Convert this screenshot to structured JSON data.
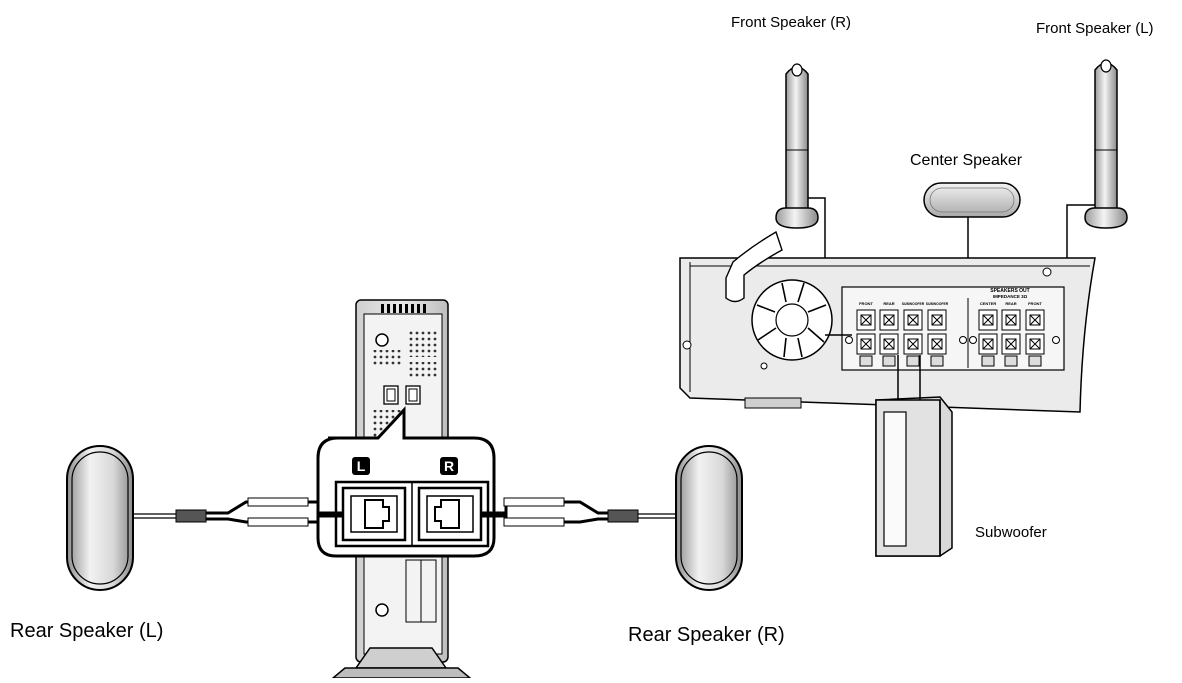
{
  "labels": {
    "front_speaker_r": "Front Speaker (R)",
    "front_speaker_l": "Front Speaker (L)",
    "center_speaker": "Center Speaker",
    "subwoofer": "Subwoofer",
    "rear_speaker_l": "Rear Speaker (L)",
    "rear_speaker_r": "Rear Speaker (R)"
  },
  "receiver_panel": {
    "speakers_out": "SPEAKERS OUT",
    "impedance": "IMPEDANCE 3Ω",
    "terminals": [
      "FRONT",
      "REAR",
      "SUBWOOFER",
      "SUBWOOFER",
      "CENTER",
      "REAR",
      "FRONT"
    ]
  },
  "rear_amp": {
    "left_badge": "L",
    "right_badge": "R"
  }
}
